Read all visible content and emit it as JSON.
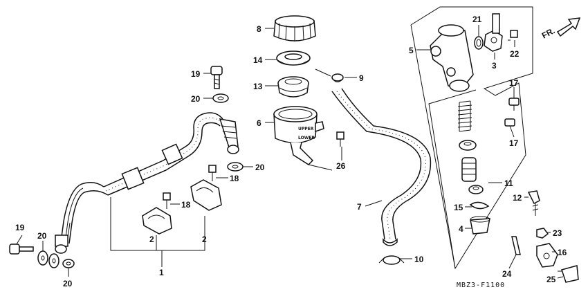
{
  "callouts": [
    {
      "id": "c8",
      "text": "8"
    },
    {
      "id": "c14",
      "text": "14"
    },
    {
      "id": "c13",
      "text": "13"
    },
    {
      "id": "c6",
      "text": "6"
    },
    {
      "id": "c9",
      "text": "9"
    },
    {
      "id": "c26",
      "text": "26"
    },
    {
      "id": "c7",
      "text": "7"
    },
    {
      "id": "c10",
      "text": "10"
    },
    {
      "id": "c19a",
      "text": "19"
    },
    {
      "id": "c20a",
      "text": "20"
    },
    {
      "id": "c20b",
      "text": "20"
    },
    {
      "id": "c18a",
      "text": "18"
    },
    {
      "id": "c18b",
      "text": "18"
    },
    {
      "id": "c19b",
      "text": "19"
    },
    {
      "id": "c20c",
      "text": "20"
    },
    {
      "id": "c20d",
      "text": "20"
    },
    {
      "id": "c2a",
      "text": "2"
    },
    {
      "id": "c2b",
      "text": "2"
    },
    {
      "id": "c1",
      "text": "1"
    },
    {
      "id": "c5",
      "text": "5"
    },
    {
      "id": "c21",
      "text": "21"
    },
    {
      "id": "c3",
      "text": "3"
    },
    {
      "id": "c22",
      "text": "22"
    },
    {
      "id": "c17a",
      "text": "17"
    },
    {
      "id": "c17b",
      "text": "17"
    },
    {
      "id": "c11",
      "text": "11"
    },
    {
      "id": "c12",
      "text": "12"
    },
    {
      "id": "c15",
      "text": "15"
    },
    {
      "id": "c4",
      "text": "4"
    },
    {
      "id": "c23",
      "text": "23"
    },
    {
      "id": "c16",
      "text": "16"
    },
    {
      "id": "c24",
      "text": "24"
    },
    {
      "id": "c25",
      "text": "25"
    }
  ],
  "direction_label": "FR.",
  "reservoir_marks": {
    "upper": "UPPER",
    "lower": "LOWER"
  },
  "diagram_code": "MBZ3-F1100",
  "colors": {
    "line": "#111111",
    "hose_speckle": "#888888",
    "background": "#ffffff"
  }
}
